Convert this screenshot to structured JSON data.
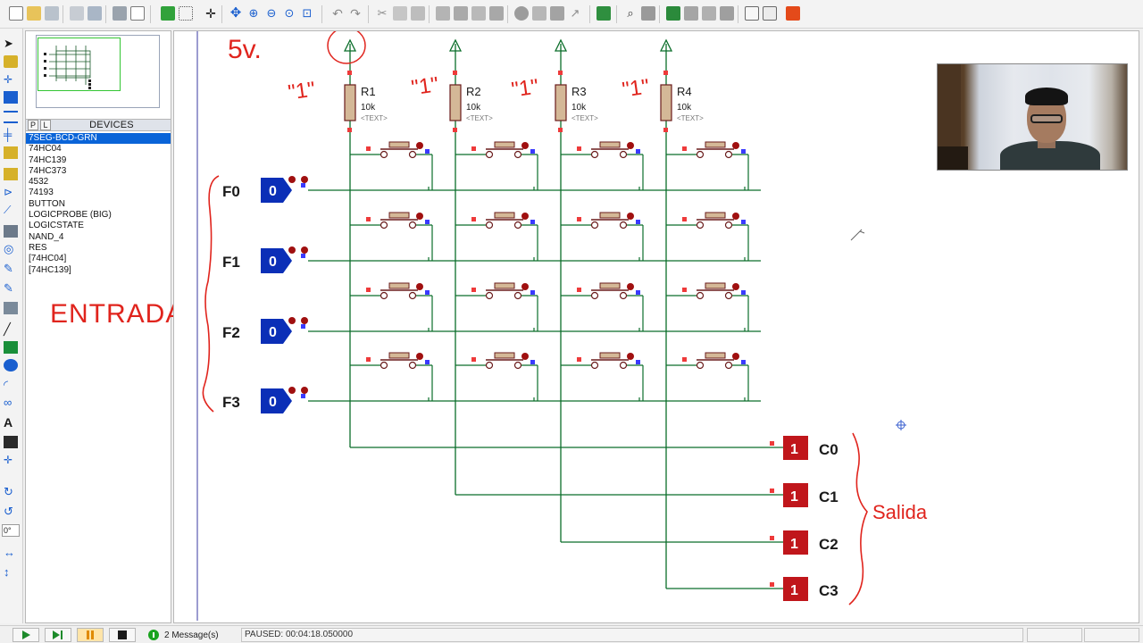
{
  "devices": {
    "header": {
      "p_label": "P",
      "l_label": "L",
      "title": "DEVICES"
    },
    "items": [
      "7SEG-BCD-GRN",
      "74HC04",
      "74HC139",
      "74HC373",
      "4532",
      "74193",
      "BUTTON",
      "LOGICPROBE (BIG)",
      "LOGICSTATE",
      "NAND_4",
      "RES",
      "[74HC04]",
      "[74HC139]"
    ],
    "selected_index": 0
  },
  "tool_angle": "0°",
  "schematic": {
    "resistors": [
      {
        "ref": "R1",
        "value": "10k",
        "text": "<TEXT>"
      },
      {
        "ref": "R2",
        "value": "10k",
        "text": "<TEXT>"
      },
      {
        "ref": "R3",
        "value": "10k",
        "text": "<TEXT>"
      },
      {
        "ref": "R4",
        "value": "10k",
        "text": "<TEXT>"
      }
    ],
    "row_labels": [
      "F0",
      "F1",
      "F2",
      "F3"
    ],
    "row_states": [
      "0",
      "0",
      "0",
      "0"
    ],
    "col_labels": [
      "C0",
      "C1",
      "C2",
      "C3"
    ],
    "col_states": [
      "1",
      "1",
      "1",
      "1"
    ],
    "annotations": {
      "supply": "5v.",
      "logic_one": "\"1\"",
      "inputs": "ENTRADA",
      "outputs": "Salida"
    },
    "colors": {
      "wire": "#0b6e2a",
      "input_probe": "#0b2fb7",
      "output_probe": "#c0161b",
      "annotation": "#e0241d",
      "resistor": "#d4b897"
    }
  },
  "status": {
    "messages": "2 Message(s)",
    "paused": "PAUSED: 00:04:18.050000"
  }
}
